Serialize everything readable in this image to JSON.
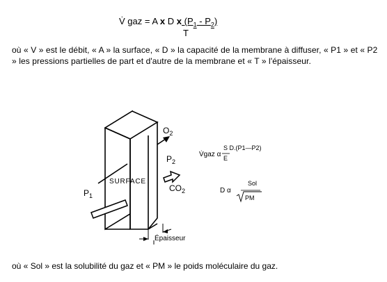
{
  "formula": {
    "lhs": "V̇ gaz = A ",
    "x1": "x",
    "mid": " D ",
    "x2": "x",
    "rhs": " (P",
    "sub1": "1",
    "dash": " - P",
    "sub2": "2",
    "close": ")",
    "denominator": "T"
  },
  "paragraph1": "où « V  » est le débit, « A  » la surface, « D » la capacité de la membrane à diffuser, « P1 » et « P2 » les pressions partielles de part et d'autre de la membrane et « T » l'épaisseur.",
  "diagram": {
    "o2": "O",
    "o2_sub": "2",
    "p2": "P",
    "p2_sub": "2",
    "co2": "CO",
    "co2_sub": "2",
    "p1": "P",
    "p1_sub": "1",
    "surface": "SURFACE",
    "epaisseur": "Épaisseur",
    "eq1_lhs": "V̇gaz α",
    "eq1_num": "S D.(P1—P2)",
    "eq1_den": "E",
    "eq2_lhs": "D α",
    "eq2_num": "Sol",
    "eq2_den": "PM"
  },
  "paragraph2": "où « Sol » est la solubilité du gaz et « PM » le poids moléculaire du gaz."
}
